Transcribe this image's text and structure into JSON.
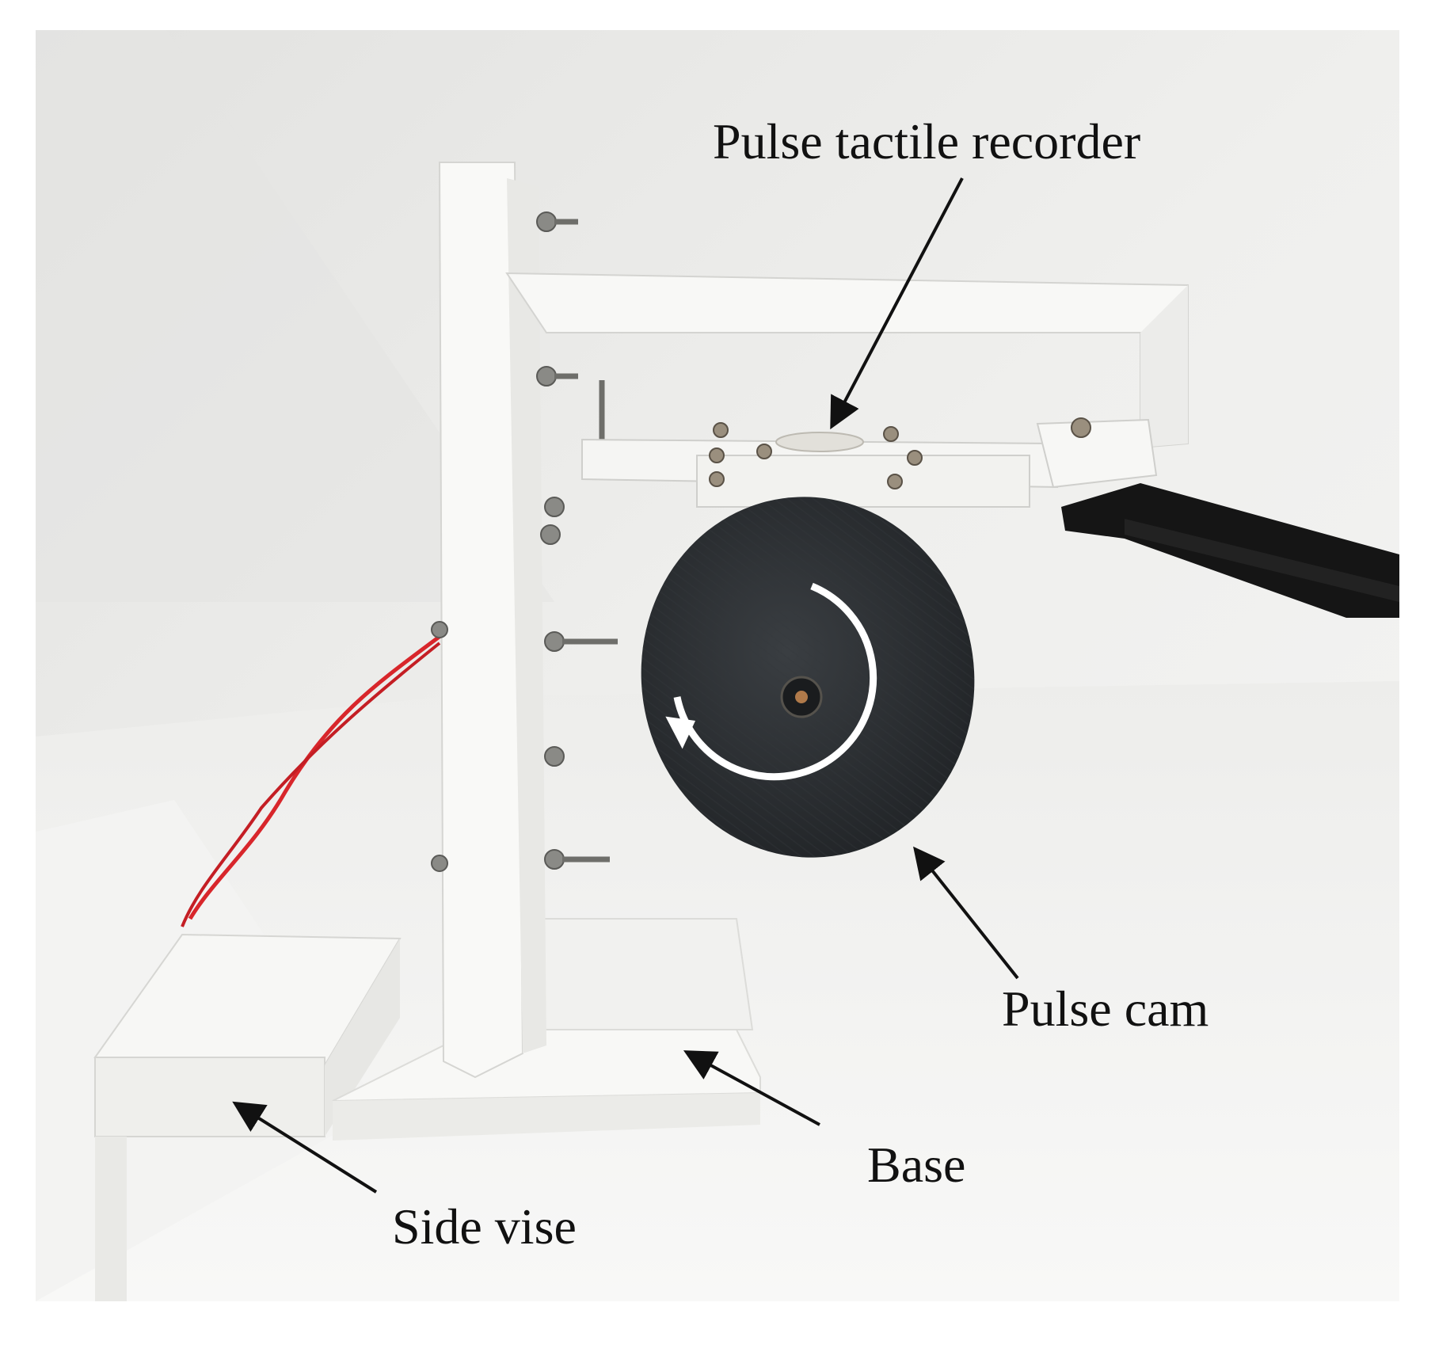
{
  "labels": {
    "recorder": "Pulse tactile recorder",
    "cam": "Pulse cam",
    "base": "Base",
    "side_vise": "Side vise"
  },
  "colors": {
    "background_wall": "#ececea",
    "apparatus_white": "#f7f7f5",
    "cam_dark": "#2b2e31",
    "wire_red": "#d8262b",
    "cable_black": "#151515",
    "arrow_black": "#111111"
  }
}
